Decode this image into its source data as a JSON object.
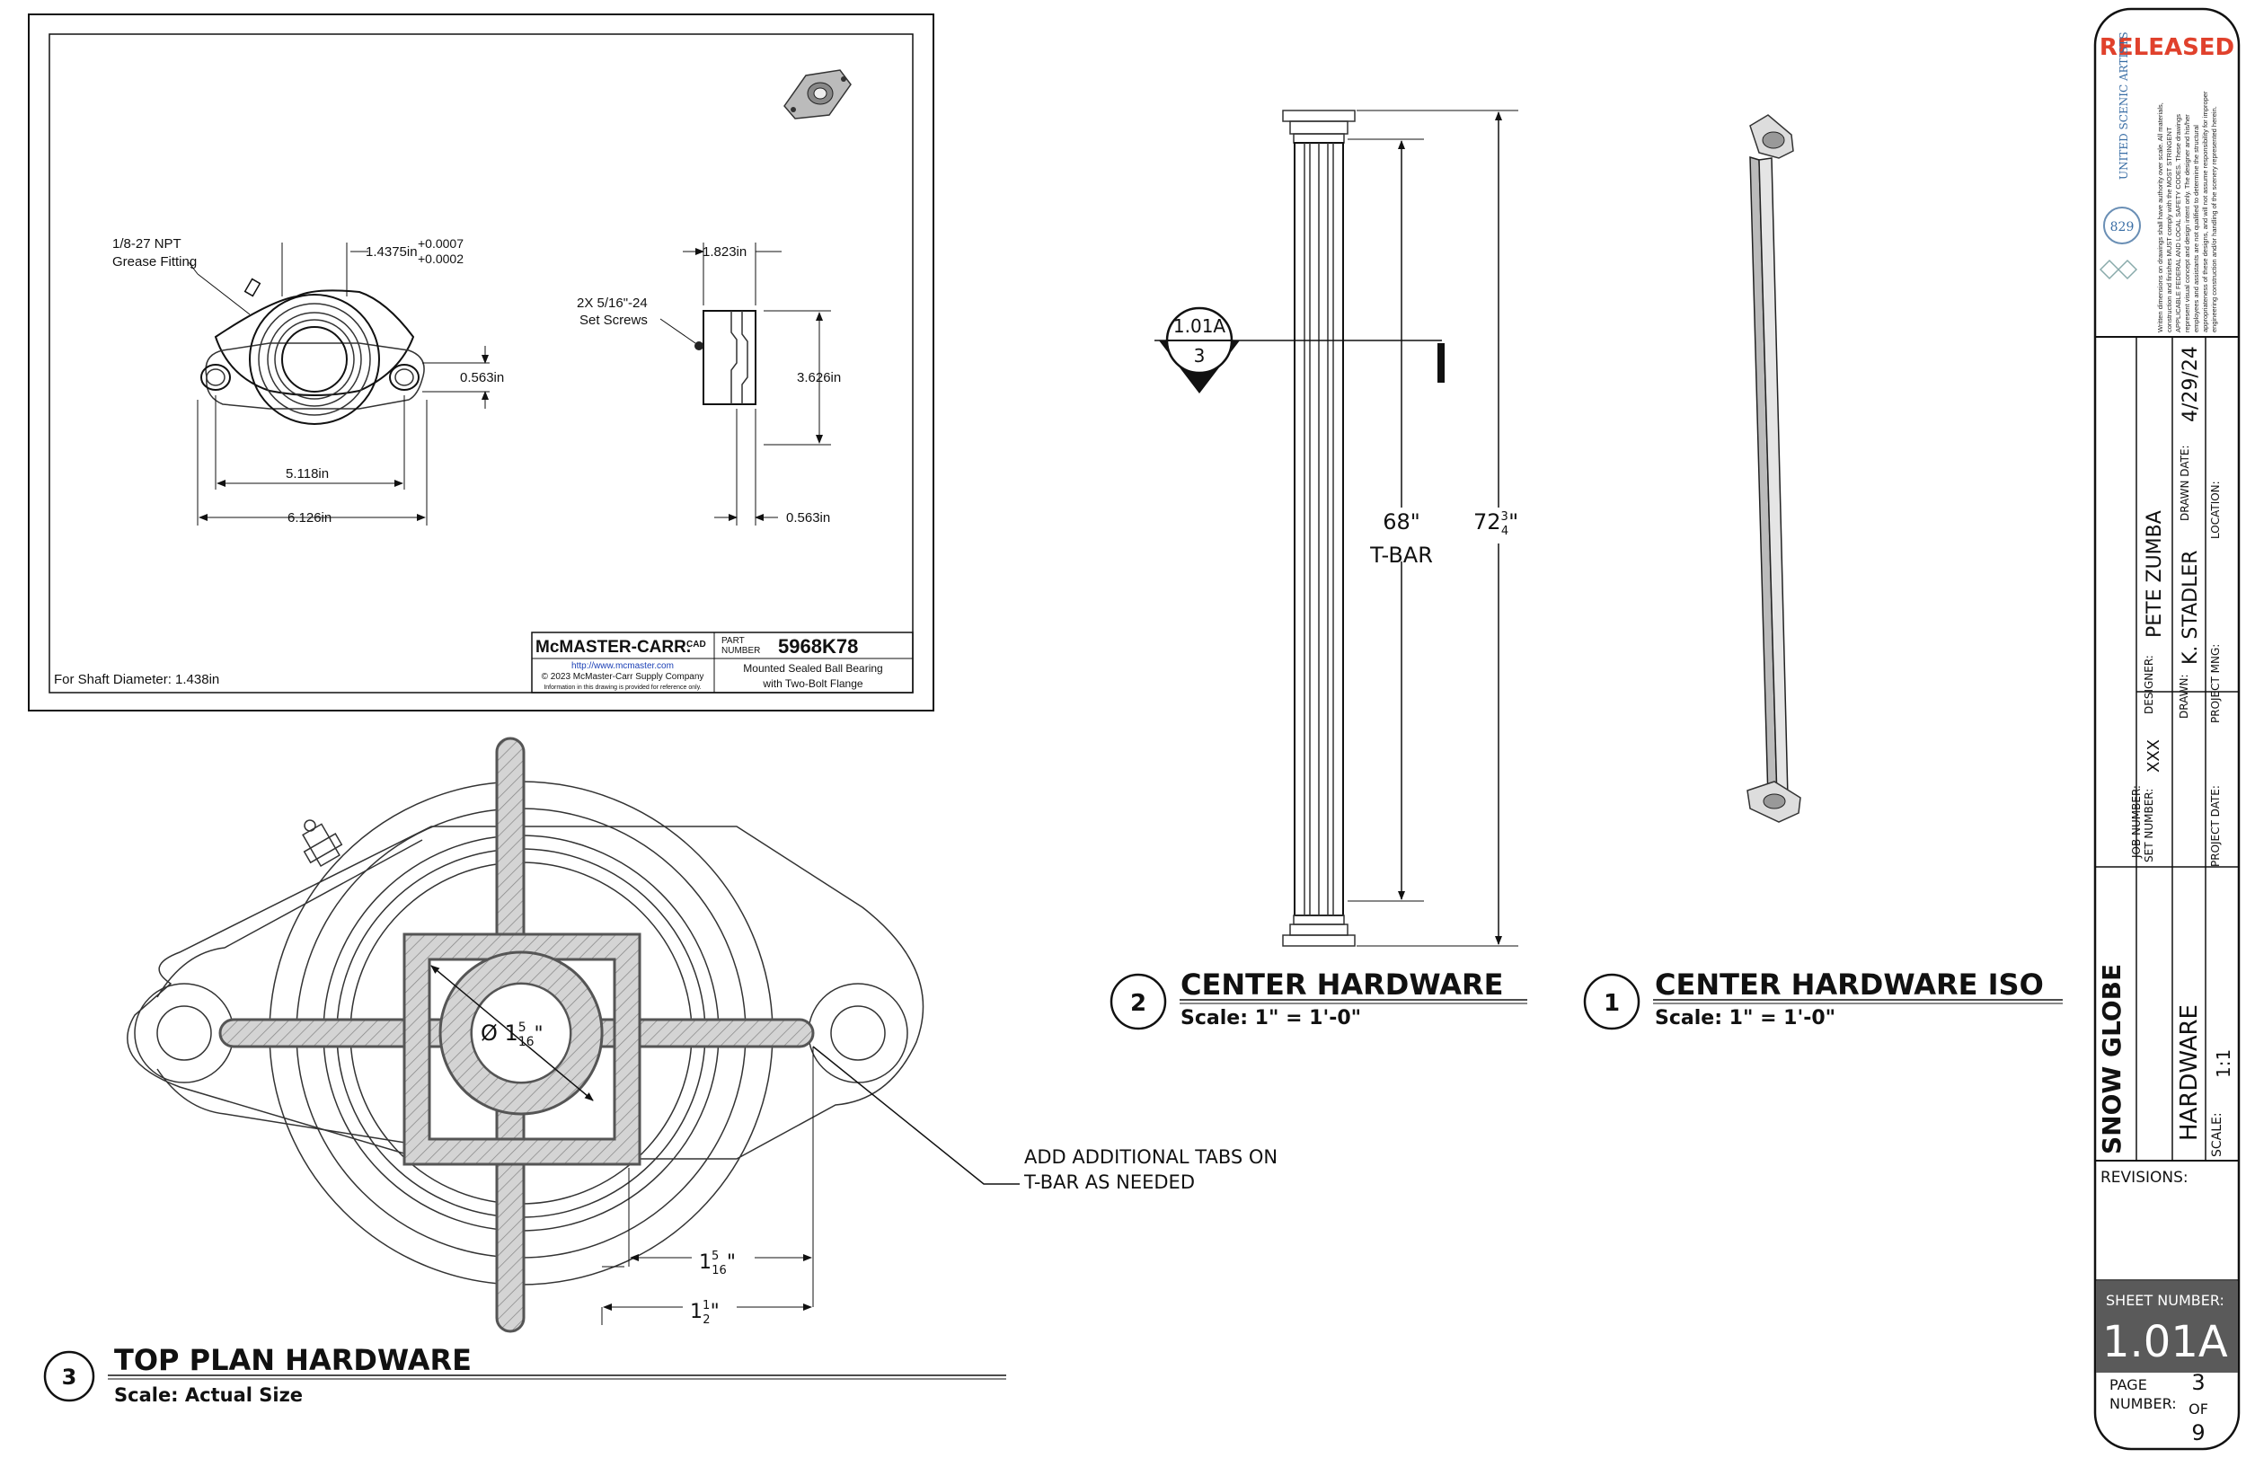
{
  "mcmaster": {
    "grease_label_1": "1/8-27 NPT",
    "grease_label_2": "Grease Fitting",
    "dim_bore": "1.4375in",
    "tol_plus": "+0.0007",
    "tol_minus": "+0.0002",
    "dim_height_small": "0.563in",
    "dim_bolt_span": "5.118in",
    "dim_overall": "6.126in",
    "side_width": "1.823in",
    "set_screw_1": "2X 5/16\"-24",
    "set_screw_2": "Set Screws",
    "side_height": "3.626in",
    "side_base": "0.563in",
    "shaft_note": "For Shaft Diameter: 1.438in",
    "logo": "McMASTER-CARR.",
    "logo_cad": "CAD",
    "part_label_1": "PART",
    "part_label_2": "NUMBER",
    "part_number": "5968K78",
    "url": "http://www.mcmaster.com",
    "copyright": "© 2023 McMaster-Carr Supply Company",
    "disclaimer": "Information in this drawing is provided for reference only.",
    "desc_1": "Mounted Sealed Ball Bearing",
    "desc_2": "with Two-Bolt Flange"
  },
  "view3": {
    "number": "3",
    "title": "TOP PLAN HARDWARE",
    "scale": "Scale: Actual Size",
    "dia_prefix": "Ø 1",
    "dia_num": "5",
    "dia_den": "16",
    "dia_suffix": "\"",
    "dim_a_whole": "1",
    "dim_a_num": "5",
    "dim_a_den": "16",
    "dim_a_suffix": "\"",
    "dim_b_whole": "1",
    "dim_b_num": "1",
    "dim_b_den": "2",
    "dim_b_suffix": "\"",
    "note_1": "ADD ADDITIONAL TABS ON",
    "note_2": "T-BAR AS NEEDED"
  },
  "view2": {
    "number": "2",
    "title": "CENTER HARDWARE",
    "scale": "Scale: 1\" = 1'-0\"",
    "section_ref": "1.01A",
    "section_sheet": "3",
    "dim_tbar": "68\"",
    "tbar_label": "T-BAR",
    "dim_total_whole": "72",
    "dim_total_num": "3",
    "dim_total_den": "4",
    "dim_total_suffix": "\""
  },
  "view1": {
    "number": "1",
    "title": "CENTER HARDWARE ISO",
    "scale": "Scale: 1\" = 1'-0\""
  },
  "titleblock": {
    "status": "RELEASED",
    "union_name": "UNITED SCENIC ARTISTS",
    "local_number": "829",
    "disclaimer": "Written dimensions on drawings shall have authority over scale. All materials, construction and finishes MUST comply with the MOST STRINGENT APPLICABLE FEDERAL AND LOCAL SAFETY CODES. These drawings represent visual concept and design intent only. The designer and his/her employees and assistants are not qualified to determine the structural appropriateness of these designs, and will not assume responsibility for improper engineering construction and/or handling of the scenery represented herein.",
    "designer_label": "DESIGNER:",
    "designer": "PETE ZUMBA",
    "drawn_label": "DRAWN:",
    "drawn": "K. STADLER",
    "drawn_date_label": "DRAWN DATE:",
    "drawn_date": "4/29/24",
    "location_label": "LOCATION:",
    "project_mng_label": "PROJECT MNG:",
    "job_number_label": "JOB NUMBER:",
    "set_number_label": "SET NUMBER:",
    "set_number": "XXX",
    "project_date_label": "PROJECT DATE:",
    "project": "SNOW GLOBE",
    "sheet_title": "HARDWARE",
    "scale_label": "SCALE:",
    "scale": "1:1",
    "revisions_label": "REVISIONS:",
    "sheet_number_label": "SHEET NUMBER:",
    "sheet_number": "1.01A",
    "page_label_1": "PAGE",
    "page_label_2": "NUMBER:",
    "page": "3",
    "of_label": "OF",
    "page_total": "9"
  },
  "colors": {
    "released": "#e0412c",
    "sheet_band": "#5a5a5a"
  }
}
